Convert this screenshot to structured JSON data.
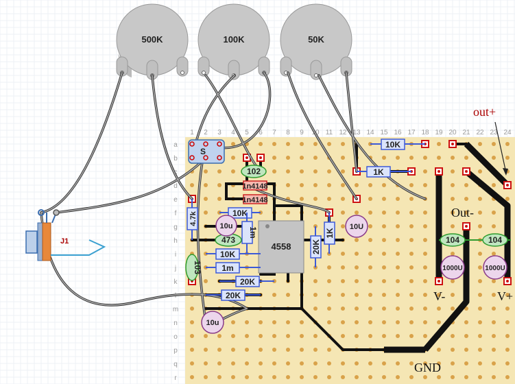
{
  "pots": [
    {
      "label": "500K"
    },
    {
      "label": "100K"
    },
    {
      "label": "50K"
    }
  ],
  "board": {
    "columns": [
      "1",
      "2",
      "3",
      "4",
      "5",
      "6",
      "7",
      "8",
      "9",
      "10",
      "11",
      "12",
      "13",
      "14",
      "15",
      "16",
      "17",
      "18",
      "19",
      "20",
      "21",
      "22",
      "23",
      "24"
    ],
    "rows": [
      "a",
      "b",
      "c",
      "d",
      "e",
      "f",
      "g",
      "h",
      "i",
      "j",
      "k",
      "l",
      "m",
      "n",
      "o",
      "p",
      "q",
      "r"
    ]
  },
  "jack": {
    "label": "J1"
  },
  "switch": {
    "label": "S"
  },
  "ic": {
    "label": "4558"
  },
  "resistors": {
    "r10k_top": "10K",
    "r1k_top": "1K",
    "r10k_left": "10K",
    "r10k_mid": "10K",
    "r1m_h": "1m",
    "r1m_v": "1m",
    "r20k_a": "20K",
    "r20k_b": "20K",
    "r20k_v": "20K",
    "r1k_v": "1K",
    "r47k": "4.7k"
  },
  "diodes": {
    "d1": "1n4148",
    "d2": "1n4148"
  },
  "caps": {
    "c102": "102",
    "c473": "473",
    "c103": "103",
    "c104a": "104",
    "c104b": "104"
  },
  "electrolytics": {
    "e10u_a": "10u",
    "e10u_b": "10U",
    "e10u_c": "10u",
    "e1000a": "1000U",
    "e1000b": "1000U"
  },
  "annotations": {
    "out_plus": "out+",
    "out_minus": "Out-",
    "v_minus": "V-",
    "v_plus": "V+",
    "gnd": "GND"
  },
  "colors": {
    "board": "#f5e6b4",
    "hole": "#d9a24a",
    "pot": "#c8c8c8",
    "resistor": "#3c5ad8",
    "ceramic": "#7fcf7f",
    "electrolytic": "#d9b8d9",
    "pad": "#cc1111",
    "annotation": "#aa0000"
  }
}
